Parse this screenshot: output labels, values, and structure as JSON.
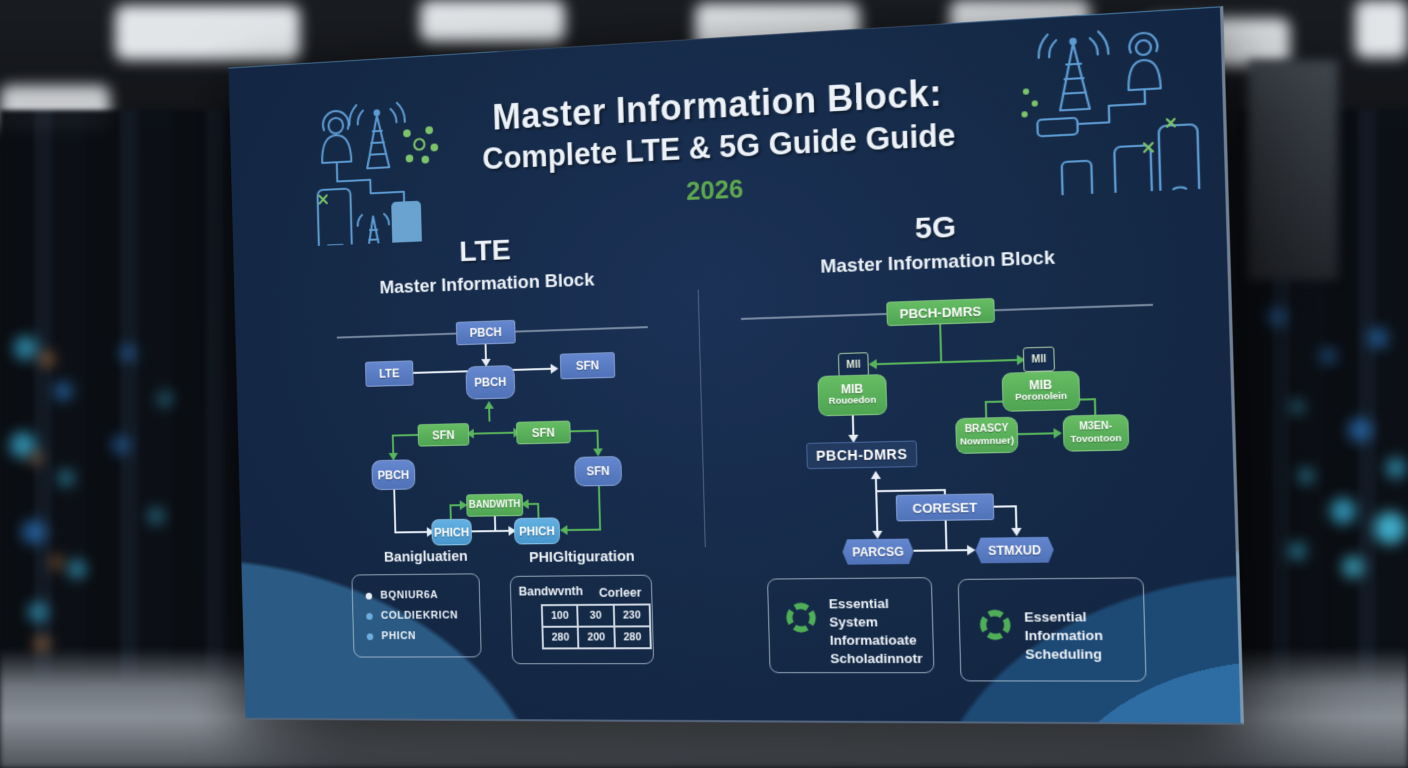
{
  "header": {
    "title_line1": "Master Information Block:",
    "title_line2": "Complete LTE & 5G Guide Guide",
    "year": "2026"
  },
  "lte": {
    "heading": "LTE",
    "subheading": "Master Information Block",
    "top_box": "PBCH",
    "flow": {
      "lte_box": "LTE",
      "pbch_main": "PBCH",
      "sfn_top_right": "SFN",
      "sfn_green_left": "SFN",
      "sfn_green_right": "SFN",
      "pbch_left": "PBCH",
      "sfn_right": "SFN",
      "bandwidth_box": "BANDWITH",
      "phich_left": "PHICH",
      "phich_right": "PHICH"
    },
    "list": {
      "title": "Banigluatien",
      "items": [
        "BQNIUR6A",
        "COLDIEKRICN",
        "PHICN"
      ]
    },
    "table": {
      "title": "PHIGltiguration",
      "header_left": "Bandwvnth",
      "header_right": "Corleer",
      "rows": [
        [
          "100",
          "30",
          "230"
        ],
        [
          "280",
          "200",
          "280"
        ]
      ]
    }
  },
  "fiveg": {
    "heading": "5G",
    "subheading": "Master Information Block",
    "top_box": "PBCH-DMRS",
    "flow": {
      "mini_left": "MIl",
      "mini_right": "MIl",
      "mib_left_line1": "MIB",
      "mib_left_line2": "Rouoedon",
      "mib_right_line1": "MIB",
      "mib_right_line2": "Poronolein",
      "pbch_dmrs": "PBCH-DMRS",
      "branch_left_line1": "BRASCY",
      "branch_left_line2": "Nowmnuer)",
      "branch_right_line1": "M3EN-",
      "branch_right_line2": "Tovontoon",
      "coreset": "CORESET",
      "hex_left": "PARCSG",
      "hex_right": "STMXUD"
    },
    "cards": {
      "left": {
        "lines": [
          "Essential System",
          "Informatioate",
          "Scholadinnotr"
        ]
      },
      "right": {
        "lines": [
          "Essential Information",
          "Scheduling"
        ]
      }
    }
  },
  "colors": {
    "board_navy": "#152a47",
    "box_blue": "#5b7fc7",
    "light_blue": "#56a7dc",
    "green": "#58b55c",
    "year_green": "#5fa84e",
    "dark_box": "#223a60"
  }
}
